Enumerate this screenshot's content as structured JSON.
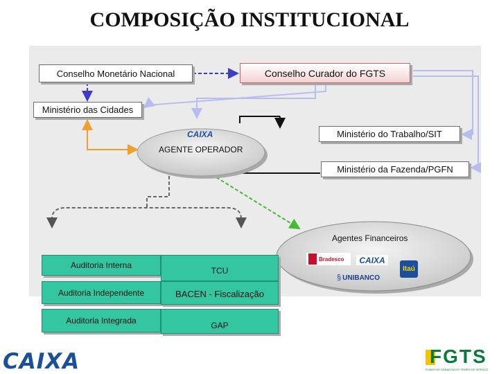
{
  "title": "COMPOSIÇÃO INSTITUCIONAL",
  "nodes": {
    "cmn": "Conselho Monetário Nacional",
    "ccfgts": "Conselho Curador do FGTS",
    "ministerio_cidades": "Ministério das Cidades",
    "ministerio_trabalho": "Ministério do Trabalho/SIT",
    "ministerio_fazenda": "Ministério da Fazenda/PGFN",
    "agente_operador": "AGENTE OPERADOR",
    "agentes_financeiros": "Agentes Financeiros"
  },
  "auditoria": {
    "interna": "Auditoria Interna",
    "independente": "Auditoria Independente",
    "integrada": "Auditoria Integrada",
    "tcu": "TCU",
    "bacen": "BACEN - Fiscalização",
    "gap": "GAP"
  },
  "logos": {
    "caixa_small": "CAIXA",
    "caixa_footer": "CAIXA",
    "bradesco": "Bradesco",
    "caixa_bank": "CAIXA",
    "itau": "Itaú",
    "unibanco": "UNIBANCO",
    "fgts": "FGTS",
    "fgts_tagline": "FUNDO DE GARANTIA DO TEMPO DE SERVIÇO"
  },
  "colors": {
    "panel": "#ebebeb",
    "green_box": "#33c6a0",
    "blue_dashed": "#3c3cc8",
    "light_blue": "#b8bdf0",
    "orange": "#f0a030",
    "green_dashed": "#44bb33",
    "caixa_blue": "#1b4f9c",
    "caixa_orange": "#f08c00",
    "fgts_green": "#0b7a3b"
  }
}
